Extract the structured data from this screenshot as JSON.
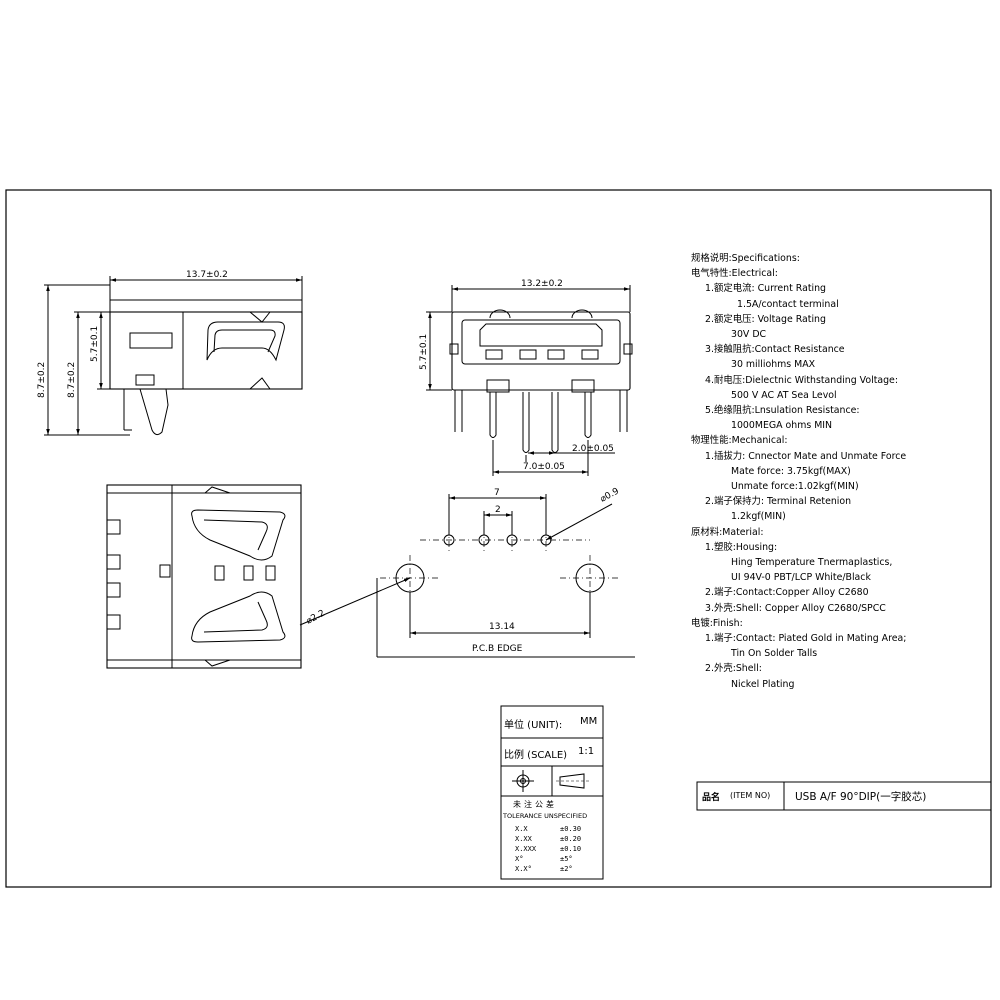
{
  "dimensions": {
    "side_width": "13.7±0.2",
    "side_total_height": "8.7±0.2",
    "side_inner_height": "8.7±0.2",
    "side_body_height": "5.7±0.1",
    "front_width": "13.2±0.2",
    "front_height": "5.7±0.1",
    "pin_pitch_small": "2.0±0.05",
    "pin_pitch_large": "7.0±0.05",
    "pcb_span_7": "7",
    "pcb_span_2": "2",
    "pcb_hole_small": "⌀0.9",
    "pcb_hole_large": "⌀2.2",
    "pcb_span_1314": "13.14",
    "pcb_edge": "P.C.B EDGE"
  },
  "specs": [
    {
      "level": 0,
      "text": "规格说明:Specifications:"
    },
    {
      "level": 0,
      "text": "电气特性:Electrical:"
    },
    {
      "level": 1,
      "text": "1.额定电流: Current Rating"
    },
    {
      "level": 2,
      "text": "1.5A/contact terminal"
    },
    {
      "level": 1,
      "text": "2.额定电压: Voltage Rating"
    },
    {
      "level": 3,
      "text": "30V DC"
    },
    {
      "level": 1,
      "text": "3.接触阻抗:Contact Resistance"
    },
    {
      "level": 3,
      "text": "30 milliohms MAX"
    },
    {
      "level": 1,
      "text": "4.耐电压:Dielectnic Withstanding Voltage:"
    },
    {
      "level": 3,
      "text": "500 V AC AT Sea Levol"
    },
    {
      "level": 1,
      "text": "5.绝缘阻抗:Lnsulation Resistance:"
    },
    {
      "level": 3,
      "text": "1000MEGA ohms MIN"
    },
    {
      "level": 0,
      "text": "物理性能:Mechanical:"
    },
    {
      "level": 1,
      "text": "1.插拔力: Cnnector Mate and Unmate Force"
    },
    {
      "level": 3,
      "text": "Mate force: 3.75kgf(MAX)"
    },
    {
      "level": 3,
      "text": "Unmate force:1.02kgf(MIN)"
    },
    {
      "level": 1,
      "text": "2.端子保持力: Terminal Retenion"
    },
    {
      "level": 3,
      "text": "1.2kgf(MIN)"
    },
    {
      "level": 0,
      "text": "原材料:Material:"
    },
    {
      "level": 1,
      "text": "1.塑胶:Housing:"
    },
    {
      "level": 3,
      "text": "Hing Temperature  Tnermaplastics,"
    },
    {
      "level": 3,
      "text": "UI 94V-0  PBT/LCP White/Black"
    },
    {
      "level": 1,
      "text": "2.端子:Contact:Copper Alloy C2680"
    },
    {
      "level": 1,
      "text": "3.外壳:Shell: Copper Alloy C2680/SPCC"
    },
    {
      "level": 0,
      "text": "电镀:Finish:"
    },
    {
      "level": 1,
      "text": "1.端子:Contact: Piated Gold in Mating Area;"
    },
    {
      "level": 3,
      "text": "Tin On Solder Talls"
    },
    {
      "level": 1,
      "text": "2.外壳:Shell:"
    },
    {
      "level": 3,
      "text": "Nickel Plating"
    }
  ],
  "item": {
    "label_cn": "品名",
    "label_en": "(ITEM NO)",
    "value": "USB A/F 90°DIP(一字胶芯)"
  },
  "title_block": {
    "unit_label": "单位 (UNIT):",
    "unit_value": "MM",
    "scale_label": "比例 (SCALE)",
    "scale_value": "1:1",
    "tolerance_cn": "未注公差",
    "tolerance_en": "TOLERANCE UNSPECIFIED",
    "tolerances": [
      {
        "key": "X.X",
        "value": "±0.30"
      },
      {
        "key": "X.XX",
        "value": "±0.20"
      },
      {
        "key": "X.XXX",
        "value": "±0.10"
      },
      {
        "key": "X°",
        "value": "±5°"
      },
      {
        "key": "X.X°",
        "value": "±2°"
      }
    ]
  }
}
